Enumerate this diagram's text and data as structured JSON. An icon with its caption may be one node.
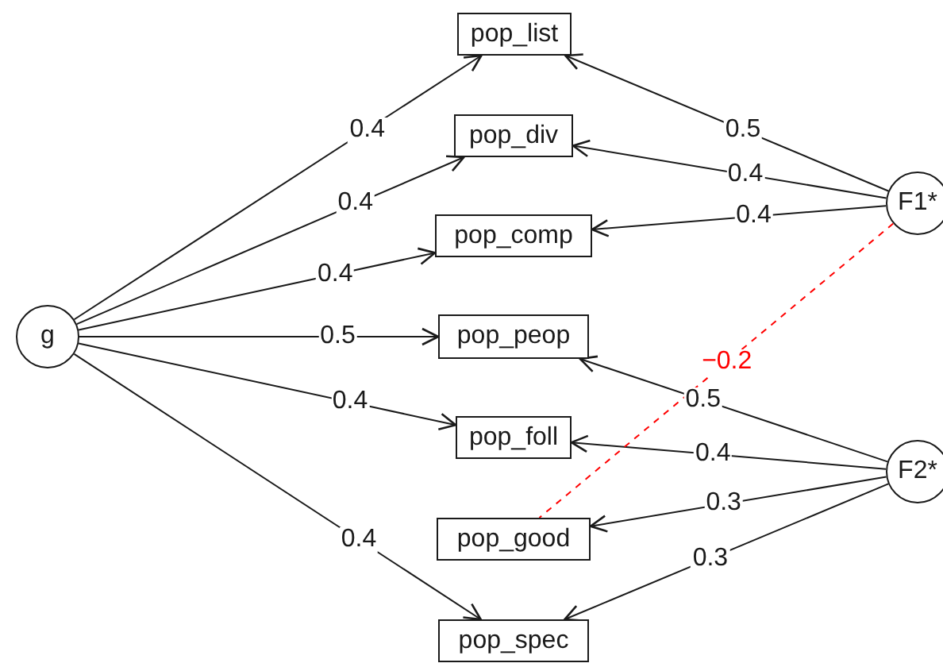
{
  "diagram": {
    "nodes": [
      {
        "text": [
          "g"
        ]
      },
      {
        "text": [
          "pop_list"
        ]
      },
      {
        "text": [
          "pop_div"
        ]
      },
      {
        "text": [
          "pop_comp"
        ]
      },
      {
        "text": [
          "pop_peop"
        ]
      },
      {
        "text": [
          "pop_foll"
        ]
      },
      {
        "text": [
          "pop_good"
        ]
      },
      {
        "text": [
          "pop_spec"
        ]
      },
      {
        "text": [
          "F1*"
        ]
      },
      {
        "text": [
          "F2*"
        ]
      }
    ],
    "edges": [
      {
        "from": 0,
        "to": 1,
        "arrow": "to",
        "label": "0.4"
      },
      {
        "from": 0,
        "to": 2,
        "arrow": "to",
        "label": "0.4"
      },
      {
        "from": 0,
        "to": 3,
        "arrow": "to",
        "label": "0.4"
      },
      {
        "from": 0,
        "to": 4,
        "arrow": "to",
        "label": "0.5"
      },
      {
        "from": 0,
        "to": 5,
        "arrow": "to",
        "label": "0.4"
      },
      {
        "from": 0,
        "to": 7,
        "arrow": "to",
        "label": "0.4"
      },
      {
        "from": 8,
        "to": 1,
        "arrow": "to",
        "label": "0.5"
      },
      {
        "from": 8,
        "to": 2,
        "arrow": "to",
        "label": "0.4"
      },
      {
        "from": 8,
        "to": 3,
        "arrow": "to",
        "label": "0.4"
      },
      {
        "from": 9,
        "to": 4,
        "arrow": "to",
        "label": "0.5"
      },
      {
        "from": 9,
        "to": 5,
        "arrow": "to",
        "label": "0.4"
      },
      {
        "from": 9,
        "to": 6,
        "arrow": "to",
        "label": "0.3"
      },
      {
        "from": 9,
        "to": 7,
        "arrow": "to",
        "label": "0.3"
      },
      {
        "from": 8,
        "to": 6,
        "arrow": "none",
        "label": "−0.2",
        "style": "dashed",
        "color": "#ff0000"
      }
    ]
  }
}
